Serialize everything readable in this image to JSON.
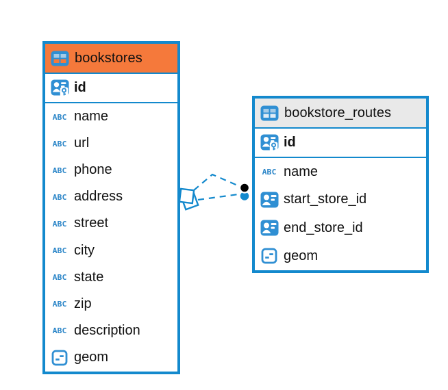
{
  "colors": {
    "accent_blue": "#1389CD",
    "icon_blue": "#2F8FD3",
    "icon_cell_light_blue": "#A5CBE7",
    "header_orange": "#F5793B",
    "header_gray": "#E9E9E9",
    "routes_icon_cell_bottom": "#DFECF6",
    "text": "#111111",
    "canvas": "#FFFFFF",
    "target_marker_black": "#000000"
  },
  "icons": {
    "text_type_label": "ABC"
  },
  "tables": [
    {
      "title": "bookstores",
      "header_color": "#F5793B",
      "columns": [
        {
          "name": "id",
          "type": "primary-key"
        },
        {
          "name": "name",
          "type": "text"
        },
        {
          "name": "url",
          "type": "text"
        },
        {
          "name": "phone",
          "type": "text"
        },
        {
          "name": "address",
          "type": "text"
        },
        {
          "name": "street",
          "type": "text"
        },
        {
          "name": "city",
          "type": "text"
        },
        {
          "name": "state",
          "type": "text"
        },
        {
          "name": "zip",
          "type": "text"
        },
        {
          "name": "description",
          "type": "text"
        },
        {
          "name": "geom",
          "type": "geometry"
        }
      ]
    },
    {
      "title": "bookstore_routes",
      "header_color": "#E9E9E9",
      "columns": [
        {
          "name": "id",
          "type": "primary-key"
        },
        {
          "name": "name",
          "type": "text"
        },
        {
          "name": "start_store_id",
          "type": "foreign-key"
        },
        {
          "name": "end_store_id",
          "type": "foreign-key"
        },
        {
          "name": "geom",
          "type": "geometry"
        }
      ]
    }
  ],
  "connector": {
    "style": "dashed",
    "line_count": 2,
    "source_table": "bookstores",
    "target_table": "bookstore_routes"
  }
}
